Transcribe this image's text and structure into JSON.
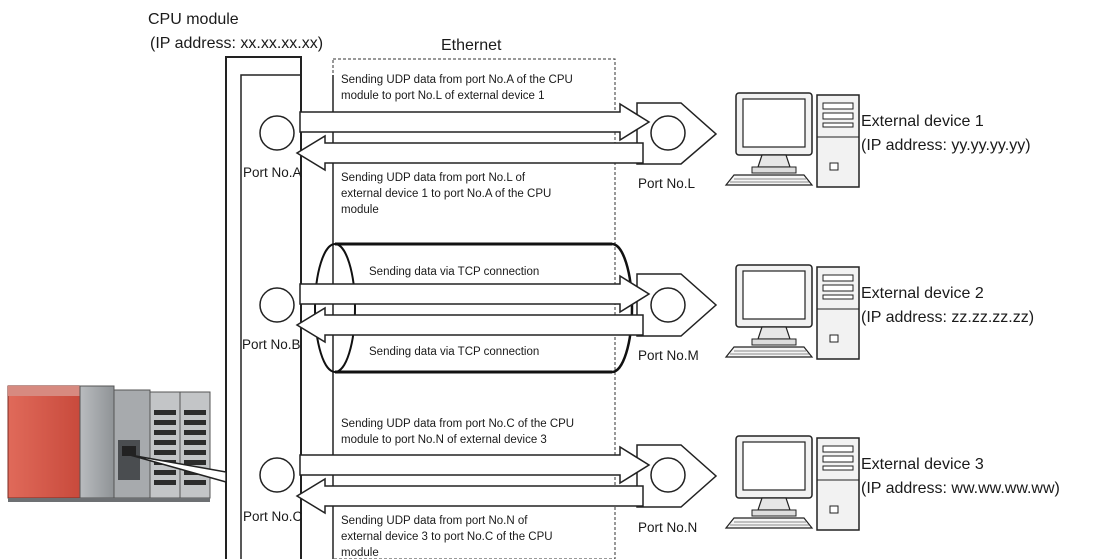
{
  "cpu": {
    "title": "CPU module",
    "ip": "(IP address: xx.xx.xx.xx)"
  },
  "network_label": "Ethernet",
  "cpu_ports": [
    "Port No.A",
    "Port No.B",
    "Port No.C"
  ],
  "device_ports": [
    "Port No.L",
    "Port No.M",
    "Port No.N"
  ],
  "devices": [
    {
      "name": "External device 1",
      "ip": "(IP address: yy.yy.yy.yy)"
    },
    {
      "name": "External device 2",
      "ip": "(IP address: zz.zz.zz.zz)"
    },
    {
      "name": "External device 3",
      "ip": "(IP address: ww.ww.ww.ww)"
    }
  ],
  "messages": {
    "udp_a_to_l": [
      "Sending UDP data from port No.A of the CPU",
      "module to port No.L of external device 1"
    ],
    "udp_l_to_a": [
      "Sending UDP data from port No.L of",
      "external device 1 to port No.A of the CPU",
      "module"
    ],
    "tcp_b_to_m": "Sending data via TCP connection",
    "tcp_m_to_b": "Sending data via TCP connection",
    "udp_c_to_n": [
      "Sending UDP data from port No.C of the CPU",
      "module to port No.N of external device 3"
    ],
    "udp_n_to_c": [
      "Sending UDP data from port No.N of",
      "external device 3 to port No.C of the CPU",
      "module"
    ]
  }
}
